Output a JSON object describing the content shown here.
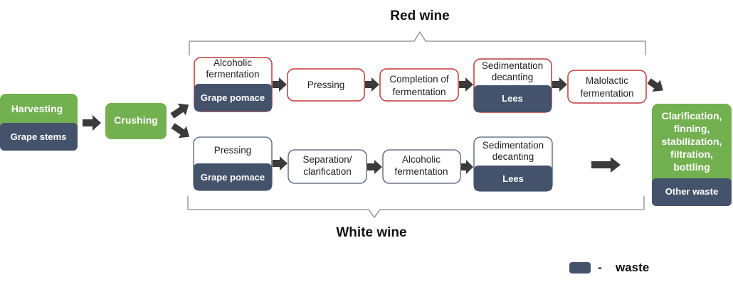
{
  "titles": {
    "red": "Red wine",
    "white": "White wine"
  },
  "colors": {
    "green": "#73b04f",
    "waste": "#44536b",
    "red_border": "#c0383a",
    "white_border": "#4d5c72",
    "arrow": "#3b3b3b",
    "bracket": "#8a8a8a"
  },
  "start": {
    "harvesting": "Harvesting",
    "harvesting_waste": "Grape stems",
    "crushing": "Crushing"
  },
  "red_row": {
    "alcoholic": [
      "Alcoholic",
      "fermentation"
    ],
    "alcoholic_waste": "Grape pomace",
    "pressing": "Pressing",
    "completion": [
      "Completion of",
      "fermentation"
    ],
    "sedimentation": [
      "Sedimentation",
      "decanting"
    ],
    "sedimentation_waste": "Lees",
    "malolactic": [
      "Malolactic",
      "fermentation"
    ]
  },
  "white_row": {
    "pressing": "Pressing",
    "pressing_waste": "Grape pomace",
    "separation": [
      "Separation/",
      "clarification"
    ],
    "alcoholic": [
      "Alcoholic",
      "fermentation"
    ],
    "sedimentation": [
      "Sedimentation",
      "decanting"
    ],
    "sedimentation_waste": "Lees"
  },
  "final": {
    "lines": [
      "Clarification,",
      "finning,",
      "stabilization,",
      "filtration,",
      "bottling"
    ],
    "waste": "Other waste"
  },
  "legend": {
    "dash": "-",
    "label": "waste"
  }
}
